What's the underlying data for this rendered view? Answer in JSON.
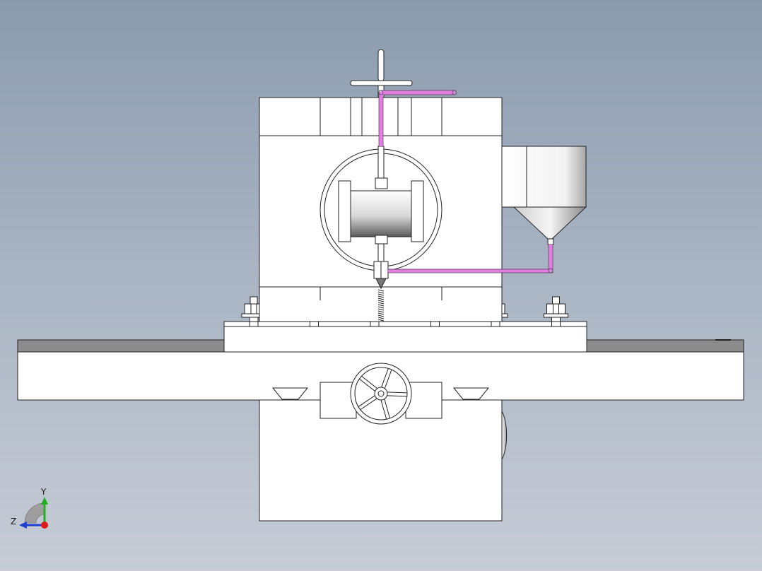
{
  "view": {
    "title": "machine-front-view",
    "background_top": "#8b9bae",
    "background_bottom": "#c7ccd6",
    "model_fill": "#ffffff",
    "model_edge": "#222222",
    "pipe_color": "#e07fe0",
    "table_top_color": "#8c8c8c"
  },
  "triad": {
    "y_label": "Y",
    "z_label": "Z",
    "y_color": "#22b022",
    "z_color": "#1f3fd0",
    "x_color": "#e01818"
  },
  "model": {
    "bolt_count": 6,
    "handwheel_spokes": 5
  }
}
